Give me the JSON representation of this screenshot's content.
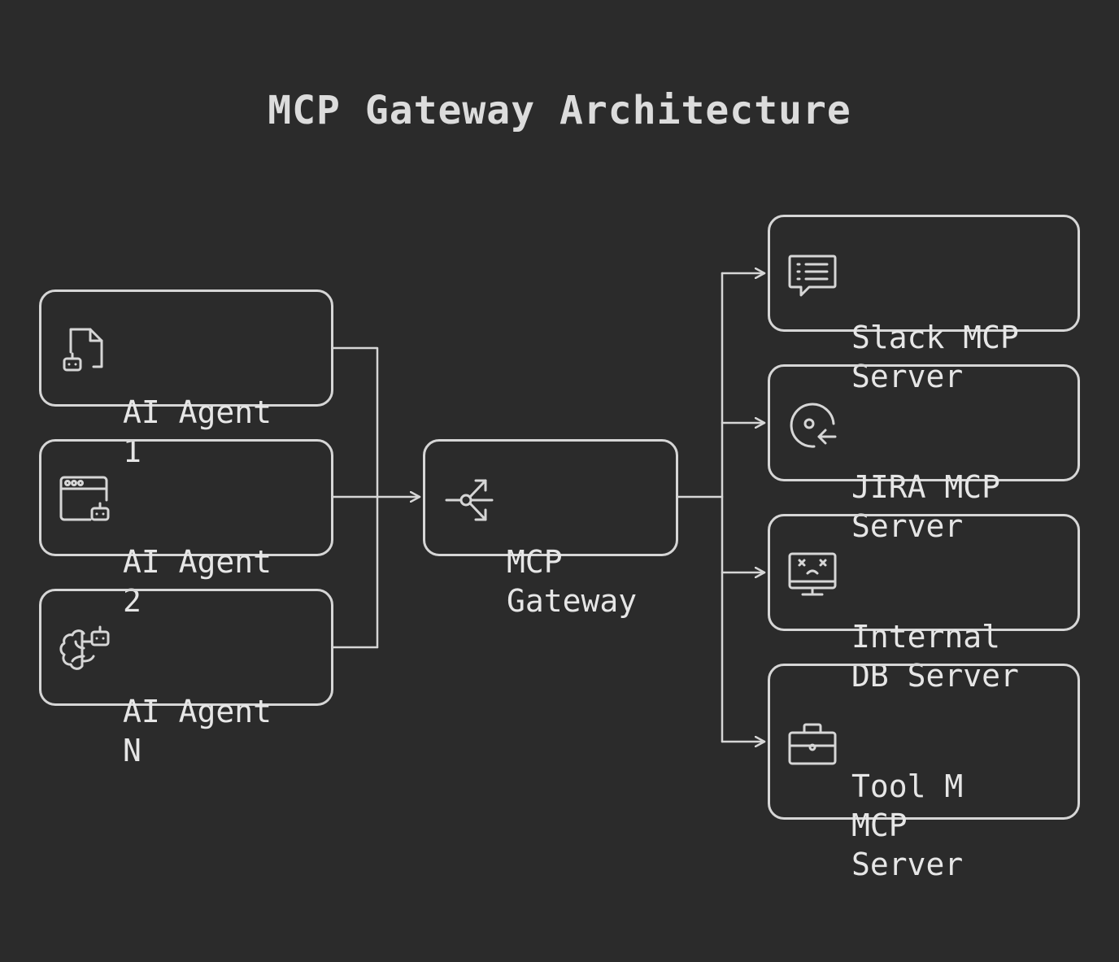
{
  "title": "MCP Gateway Architecture",
  "agents": [
    {
      "line1": "AI Agent",
      "line2": "1",
      "icon": "robot-document-icon"
    },
    {
      "line1": "AI Agent",
      "line2": "2",
      "icon": "robot-browser-icon"
    },
    {
      "line1": "AI Agent",
      "line2": "N",
      "icon": "robot-brain-icon"
    }
  ],
  "gateway": {
    "line1": "MCP",
    "line2": "Gateway",
    "icon": "fan-out-icon"
  },
  "servers": [
    {
      "line1": "Slack MCP",
      "line2": "Server",
      "line3": "",
      "icon": "message-icon"
    },
    {
      "line1": "JIRA MCP",
      "line2": "Server",
      "line3": "",
      "icon": "refresh-target-icon"
    },
    {
      "line1": "Internal",
      "line2": "DB Server",
      "line3": "",
      "icon": "monitor-error-icon"
    },
    {
      "line1": "Tool M",
      "line2": "MCP",
      "line3": "Server",
      "icon": "toolbox-icon"
    }
  ],
  "colors": {
    "background": "#2b2b2b",
    "stroke": "#d6d6d6",
    "text": "#e6e6e6"
  }
}
